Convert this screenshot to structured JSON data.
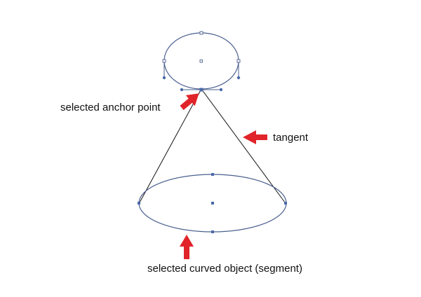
{
  "labels": {
    "anchor_point": "selected anchor point",
    "tangent": "tangent",
    "curved_object": "selected curved object (segment)"
  },
  "colors": {
    "path_stroke": "#4a5f8f",
    "handle_fill": "#4a6aa8",
    "tangent_line": "#111111",
    "arrow": "#e0242a",
    "text": "#111111"
  }
}
